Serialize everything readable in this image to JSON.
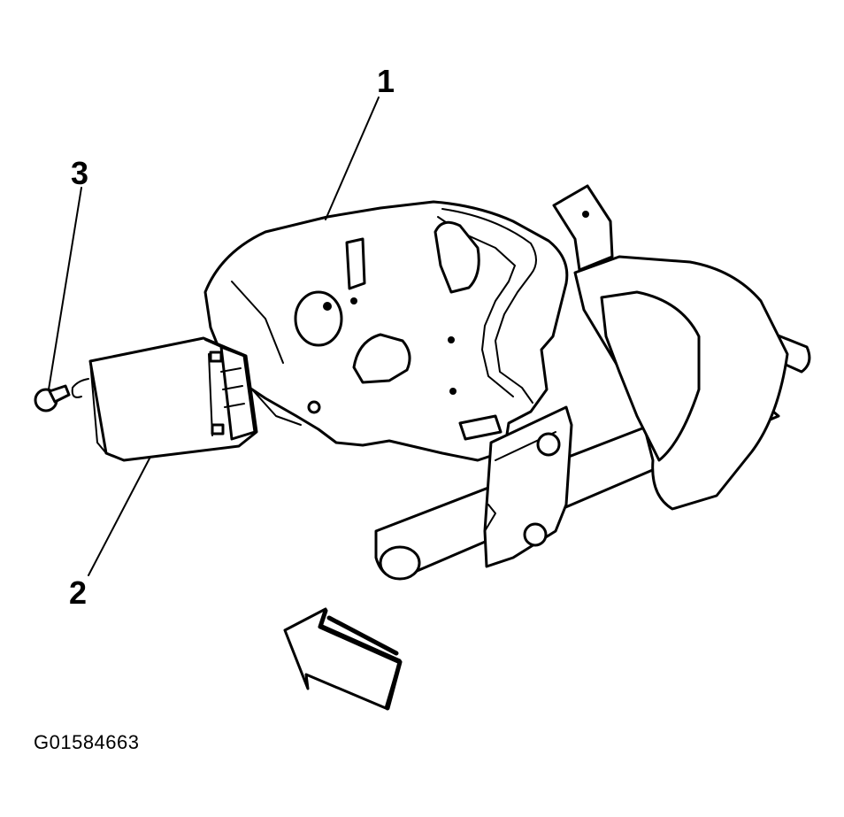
{
  "callouts": {
    "c1": "1",
    "c2": "2",
    "c3": "3"
  },
  "figure_code": "G01584663",
  "colors": {
    "line": "#000000",
    "background": "#ffffff"
  }
}
